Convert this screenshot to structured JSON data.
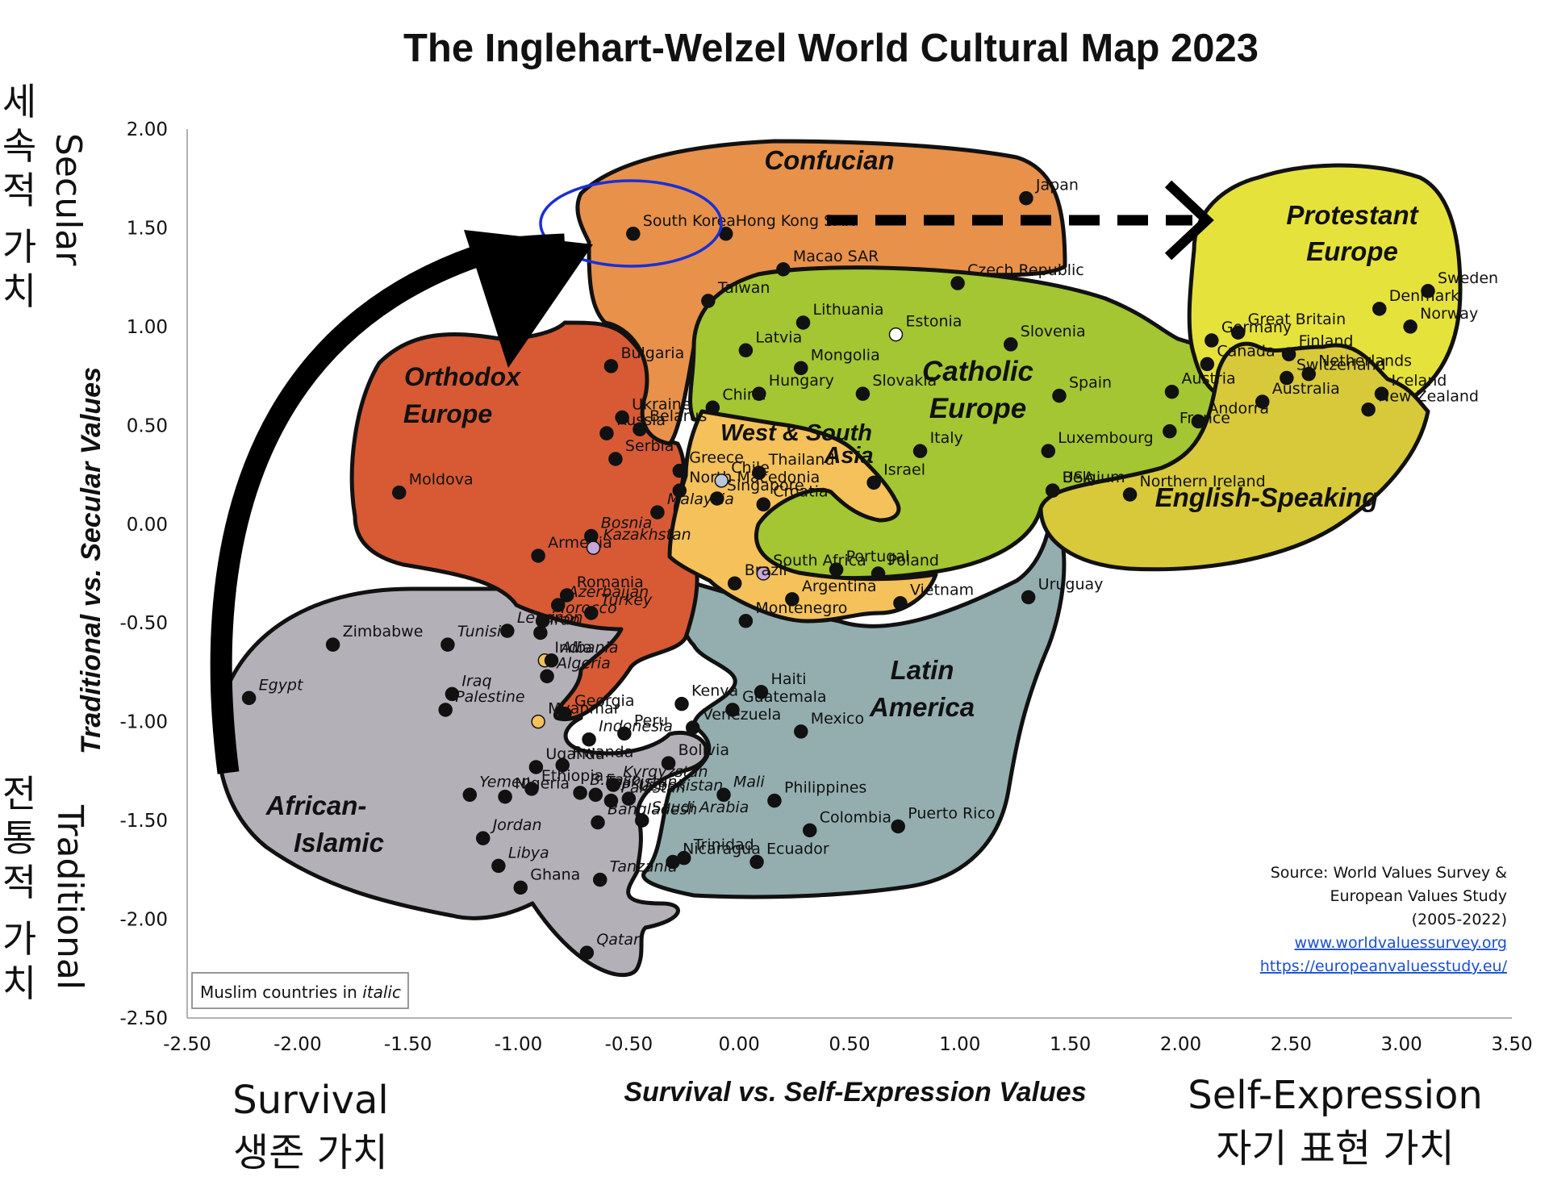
{
  "chart_data": {
    "type": "scatter",
    "title": "The Inglehart-Welzel World Cultural Map 2023",
    "xlabel": "Survival vs. Self-Expression Values",
    "ylabel": "Traditional vs. Secular Values",
    "xlim": [
      -2.5,
      3.5
    ],
    "ylim": [
      -2.5,
      2.0
    ],
    "x_ticks": [
      "-2.50",
      "-2.00",
      "-1.50",
      "-1.00",
      "-0.50",
      "0.00",
      "0.50",
      "1.00",
      "1.50",
      "2.00",
      "2.50",
      "3.00",
      "3.50"
    ],
    "y_ticks": [
      "2.00",
      "1.50",
      "1.00",
      "0.50",
      "0.00",
      "-0.50",
      "-1.00",
      "-1.50",
      "-2.00",
      "-2.50"
    ],
    "grid": false,
    "regions": [
      {
        "name": "Confucian",
        "color": "#e8914a"
      },
      {
        "name": "Protestant Europe",
        "color": "#e6e23c"
      },
      {
        "name": "Catholic Europe",
        "color": "#a3c632"
      },
      {
        "name": "English-Speaking",
        "color": "#d7c93a"
      },
      {
        "name": "Orthodox Europe",
        "color": "#d75a35"
      },
      {
        "name": "West & South Asia",
        "color": "#f5c15b"
      },
      {
        "name": "Latin America",
        "color": "#94aeb0"
      },
      {
        "name": "African-Islamic",
        "color": "#b3b0b8"
      }
    ],
    "points": [
      {
        "name": "South Korea",
        "x": -0.48,
        "y": 1.47,
        "italic": false
      },
      {
        "name": "Hong Kong SAR",
        "x": -0.06,
        "y": 1.47,
        "italic": false
      },
      {
        "name": "Japan",
        "x": 1.3,
        "y": 1.65,
        "italic": false
      },
      {
        "name": "Macao SAR",
        "x": 0.2,
        "y": 1.29,
        "italic": false
      },
      {
        "name": "Taiwan",
        "x": -0.14,
        "y": 1.13,
        "italic": false
      },
      {
        "name": "China",
        "x": -0.12,
        "y": 0.59,
        "italic": false
      },
      {
        "name": "Mongolia",
        "x": 0.28,
        "y": 0.79,
        "italic": false
      },
      {
        "name": "Czech Republic",
        "x": 0.99,
        "y": 1.22,
        "italic": false
      },
      {
        "name": "Lithuania",
        "x": 0.29,
        "y": 1.02,
        "italic": false
      },
      {
        "name": "Latvia",
        "x": 0.03,
        "y": 0.88,
        "italic": false
      },
      {
        "name": "Estonia",
        "x": 0.71,
        "y": 0.96,
        "italic": false
      },
      {
        "name": "Slovenia",
        "x": 1.23,
        "y": 0.91,
        "italic": false
      },
      {
        "name": "Slovakia",
        "x": 0.56,
        "y": 0.66,
        "italic": false
      },
      {
        "name": "Hungary",
        "x": 0.09,
        "y": 0.66,
        "italic": false
      },
      {
        "name": "Spain",
        "x": 1.45,
        "y": 0.65,
        "italic": false
      },
      {
        "name": "Austria",
        "x": 1.96,
        "y": 0.67,
        "italic": false
      },
      {
        "name": "Andorra",
        "x": 2.08,
        "y": 0.52,
        "italic": false
      },
      {
        "name": "France",
        "x": 1.95,
        "y": 0.47,
        "italic": false
      },
      {
        "name": "Italy",
        "x": 0.82,
        "y": 0.37,
        "italic": false
      },
      {
        "name": "Luxembourg",
        "x": 1.4,
        "y": 0.37,
        "italic": false
      },
      {
        "name": "Belgium",
        "x": 1.42,
        "y": 0.17,
        "italic": false
      },
      {
        "name": "USA",
        "x": 1.42,
        "y": 0.17,
        "italic": false
      },
      {
        "name": "Northern Ireland",
        "x": 1.77,
        "y": 0.15,
        "italic": false
      },
      {
        "name": "Germany",
        "x": 2.14,
        "y": 0.93,
        "italic": false
      },
      {
        "name": "Great Britain",
        "x": 2.26,
        "y": 0.97,
        "italic": false
      },
      {
        "name": "Canada",
        "x": 2.12,
        "y": 0.81,
        "italic": false
      },
      {
        "name": "Australia",
        "x": 2.37,
        "y": 0.62,
        "italic": false
      },
      {
        "name": "Switzerland",
        "x": 2.48,
        "y": 0.74,
        "italic": false
      },
      {
        "name": "Finland",
        "x": 2.49,
        "y": 0.86,
        "italic": false
      },
      {
        "name": "Netherlands",
        "x": 2.58,
        "y": 0.76,
        "italic": false
      },
      {
        "name": "Denmark",
        "x": 2.9,
        "y": 1.09,
        "italic": false
      },
      {
        "name": "Sweden",
        "x": 3.12,
        "y": 1.18,
        "italic": false
      },
      {
        "name": "Norway",
        "x": 3.04,
        "y": 1.0,
        "italic": false
      },
      {
        "name": "Iceland",
        "x": 2.91,
        "y": 0.66,
        "italic": false
      },
      {
        "name": "New Zealand",
        "x": 2.85,
        "y": 0.58,
        "italic": false
      },
      {
        "name": "Bulgaria",
        "x": -0.58,
        "y": 0.8,
        "italic": false
      },
      {
        "name": "Ukraine",
        "x": -0.53,
        "y": 0.54,
        "italic": false
      },
      {
        "name": "Russia",
        "x": -0.6,
        "y": 0.46,
        "italic": false
      },
      {
        "name": "Belarus",
        "x": -0.45,
        "y": 0.48,
        "italic": false
      },
      {
        "name": "Serbia",
        "x": -0.56,
        "y": 0.33,
        "italic": false
      },
      {
        "name": "Greece",
        "x": -0.27,
        "y": 0.27,
        "italic": false
      },
      {
        "name": "North Macedonia",
        "x": -0.27,
        "y": 0.17,
        "italic": false
      },
      {
        "name": "Moldova",
        "x": -1.54,
        "y": 0.16,
        "italic": false
      },
      {
        "name": "Armenia",
        "x": -0.91,
        "y": -0.16,
        "italic": false
      },
      {
        "name": "Bosnia",
        "x": -0.67,
        "y": -0.06,
        "italic": true
      },
      {
        "name": "Kazakhstan",
        "x": -0.66,
        "y": -0.12,
        "italic": true
      },
      {
        "name": "Romania",
        "x": -0.78,
        "y": -0.36,
        "italic": false
      },
      {
        "name": "Montenegro",
        "x": 0.03,
        "y": -0.49,
        "italic": false
      },
      {
        "name": "Georgia",
        "x": -0.79,
        "y": -0.96,
        "italic": false
      },
      {
        "name": "Thailand",
        "x": 0.09,
        "y": 0.26,
        "italic": false
      },
      {
        "name": "Chile",
        "x": -0.08,
        "y": 0.22,
        "italic": false
      },
      {
        "name": "Israel",
        "x": 0.61,
        "y": 0.21,
        "italic": false
      },
      {
        "name": "Singapore",
        "x": -0.1,
        "y": 0.13,
        "italic": false
      },
      {
        "name": "Croatia",
        "x": 0.11,
        "y": 0.1,
        "italic": false
      },
      {
        "name": "Malaysia",
        "x": -0.37,
        "y": 0.06,
        "italic": true
      },
      {
        "name": "South Africa",
        "x": 0.11,
        "y": -0.25,
        "italic": false
      },
      {
        "name": "Portugal",
        "x": 0.44,
        "y": -0.23,
        "italic": false
      },
      {
        "name": "Poland",
        "x": 0.63,
        "y": -0.25,
        "italic": false
      },
      {
        "name": "Brazil",
        "x": -0.02,
        "y": -0.3,
        "italic": false
      },
      {
        "name": "Argentina",
        "x": 0.24,
        "y": -0.38,
        "italic": false
      },
      {
        "name": "Vietnam",
        "x": 0.73,
        "y": -0.4,
        "italic": false
      },
      {
        "name": "Uruguay",
        "x": 1.31,
        "y": -0.37,
        "italic": false
      },
      {
        "name": "Azerbaijan",
        "x": -0.82,
        "y": -0.41,
        "italic": true
      },
      {
        "name": "Morocco",
        "x": -0.89,
        "y": -0.49,
        "italic": true
      },
      {
        "name": "Turkey",
        "x": -0.67,
        "y": -0.45,
        "italic": true
      },
      {
        "name": "Tunisia",
        "x": -1.32,
        "y": -0.61,
        "italic": true
      },
      {
        "name": "Lebanon",
        "x": -1.05,
        "y": -0.54,
        "italic": true
      },
      {
        "name": "Iran",
        "x": -0.9,
        "y": -0.55,
        "italic": true
      },
      {
        "name": "Zimbabwe",
        "x": -1.84,
        "y": -0.61,
        "italic": false
      },
      {
        "name": "India",
        "x": -0.88,
        "y": -0.69,
        "italic": false
      },
      {
        "name": "Albania",
        "x": -0.85,
        "y": -0.69,
        "italic": true
      },
      {
        "name": "Algeria",
        "x": -0.87,
        "y": -0.77,
        "italic": true
      },
      {
        "name": "Egypt",
        "x": -2.22,
        "y": -0.88,
        "italic": true
      },
      {
        "name": "Iraq",
        "x": -1.3,
        "y": -0.86,
        "italic": true
      },
      {
        "name": "Palestine",
        "x": -1.33,
        "y": -0.94,
        "italic": true
      },
      {
        "name": "Myanmar",
        "x": -0.91,
        "y": -1.0,
        "italic": false
      },
      {
        "name": "Indonesia",
        "x": -0.68,
        "y": -1.09,
        "italic": true
      },
      {
        "name": "Kenya",
        "x": -0.26,
        "y": -0.91,
        "italic": false
      },
      {
        "name": "Haiti",
        "x": 0.1,
        "y": -0.85,
        "italic": false
      },
      {
        "name": "Guatemala",
        "x": -0.03,
        "y": -0.94,
        "italic": false
      },
      {
        "name": "Peru",
        "x": -0.52,
        "y": -1.06,
        "italic": false
      },
      {
        "name": "Venezuela",
        "x": -0.21,
        "y": -1.03,
        "italic": false
      },
      {
        "name": "Mexico",
        "x": 0.28,
        "y": -1.05,
        "italic": false
      },
      {
        "name": "Bolivia",
        "x": -0.32,
        "y": -1.21,
        "italic": false
      },
      {
        "name": "Uganda",
        "x": -0.92,
        "y": -1.23,
        "italic": false
      },
      {
        "name": "Rwanda",
        "x": -0.8,
        "y": -1.22,
        "italic": false
      },
      {
        "name": "Ethiopia",
        "x": -0.94,
        "y": -1.34,
        "italic": false
      },
      {
        "name": "B.Faso",
        "x": -0.72,
        "y": -1.36,
        "italic": true
      },
      {
        "name": "Kyrgyzstan",
        "x": -0.57,
        "y": -1.32,
        "italic": true
      },
      {
        "name": "Mali",
        "x": -0.07,
        "y": -1.37,
        "italic": true
      },
      {
        "name": "Yemen",
        "x": -1.22,
        "y": -1.37,
        "italic": true
      },
      {
        "name": "Tajikistan",
        "x": -0.65,
        "y": -1.37,
        "italic": true
      },
      {
        "name": "Pakistan",
        "x": -0.58,
        "y": -1.4,
        "italic": true
      },
      {
        "name": "Uzbekistan",
        "x": -0.5,
        "y": -1.39,
        "italic": true
      },
      {
        "name": "Nigeria",
        "x": -1.06,
        "y": -1.38,
        "italic": false
      },
      {
        "name": "Philippines",
        "x": 0.16,
        "y": -1.4,
        "italic": false
      },
      {
        "name": "Puerto Rico",
        "x": 0.72,
        "y": -1.53,
        "italic": false
      },
      {
        "name": "Bangladesh",
        "x": -0.64,
        "y": -1.51,
        "italic": true
      },
      {
        "name": "Saudi Arabia",
        "x": -0.44,
        "y": -1.5,
        "italic": true
      },
      {
        "name": "Ecuador",
        "x": 0.08,
        "y": -1.71,
        "italic": false
      },
      {
        "name": "Colombia",
        "x": 0.32,
        "y": -1.55,
        "italic": false
      },
      {
        "name": "Jordan",
        "x": -1.16,
        "y": -1.59,
        "italic": true
      },
      {
        "name": "Trinidad",
        "x": -0.25,
        "y": -1.69,
        "italic": false
      },
      {
        "name": "Nicaragua",
        "x": -0.3,
        "y": -1.71,
        "italic": false
      },
      {
        "name": "Libya",
        "x": -1.09,
        "y": -1.73,
        "italic": true
      },
      {
        "name": "Ghana",
        "x": -0.99,
        "y": -1.84,
        "italic": false
      },
      {
        "name": "Tanzania",
        "x": -0.63,
        "y": -1.8,
        "italic": true
      },
      {
        "name": "Qatar",
        "x": -0.69,
        "y": -2.17,
        "italic": true
      }
    ],
    "legend_note": "Muslim countries in",
    "legend_note_italic": "italic",
    "source": [
      "Source: World Values Survey &",
      "European Values Study",
      "(2005-2022)"
    ],
    "links": [
      "www.worldvaluessurvey.org",
      "https://europeanvaluesstudy.eu/"
    ],
    "annotations": {
      "secular": "Secular",
      "secular_ko": [
        "세",
        "속",
        "적",
        "가",
        "치"
      ],
      "traditional": "Traditional",
      "traditional_ko": [
        "전",
        "통",
        "적",
        "가",
        "치"
      ],
      "survival": "Survival",
      "survival_ko": "생존 가치",
      "self_expression": "Self-Expression",
      "self_expression_ko": "자기 표현 가치"
    }
  }
}
